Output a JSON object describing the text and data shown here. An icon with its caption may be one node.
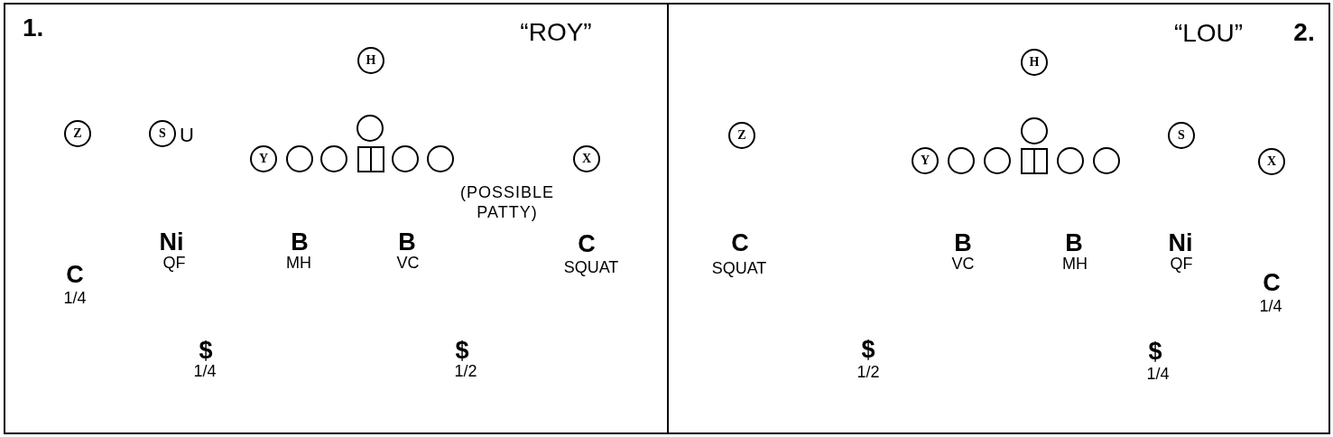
{
  "diagram": {
    "nodes": [
      {
        "text": [
          "1.",
          "“ROY”"
        ]
      },
      {
        "text": [
          "H"
        ],
        "in": 0
      },
      {
        "text": [
          "Z"
        ],
        "in": 0
      },
      {
        "text": [
          "S"
        ],
        "in": 0,
        "beside": [
          "U"
        ]
      },
      {
        "text": [],
        "shape": "circle",
        "in": 0
      },
      {
        "text": [
          "Y"
        ],
        "in": 0
      },
      {
        "text": [],
        "shape": "circle",
        "in": 0
      },
      {
        "text": [],
        "shape": "circle",
        "in": 0
      },
      {
        "text": [],
        "shape": "box",
        "in": 0
      },
      {
        "text": [],
        "shape": "circle",
        "in": 0
      },
      {
        "text": [],
        "shape": "circle",
        "in": 0
      },
      {
        "text": [
          "X"
        ],
        "in": 0
      },
      {
        "text": [
          "“LOU”",
          "2."
        ]
      },
      {
        "text": [
          "H"
        ],
        "in": 12
      },
      {
        "text": [
          "Z"
        ],
        "in": 12
      },
      {
        "text": [],
        "shape": "circle",
        "in": 12
      },
      {
        "text": [
          "S"
        ],
        "in": 12
      },
      {
        "text": [
          "Y"
        ],
        "in": 12
      },
      {
        "text": [],
        "shape": "circle",
        "in": 12
      },
      {
        "text": [],
        "shape": "circle",
        "in": 12
      },
      {
        "text": [],
        "shape": "box",
        "in": 12
      },
      {
        "text": [],
        "shape": "circle",
        "in": 12
      },
      {
        "text": [],
        "shape": "circle",
        "in": 12
      },
      {
        "text": [
          "X"
        ],
        "in": 12
      }
    ],
    "labels": [
      "(POSSIBLE PATTY)",
      "Ni",
      "QF",
      "B",
      "MH",
      "B",
      "VC",
      "C",
      "SQUAT",
      "C",
      "1/4",
      "$",
      "1/4",
      "$",
      "1/2",
      "C",
      "SQUAT",
      "B",
      "VC",
      "B",
      "MH",
      "Ni",
      "QF",
      "C",
      "1/4",
      "$",
      "1/2",
      "$",
      "1/4"
    ]
  }
}
